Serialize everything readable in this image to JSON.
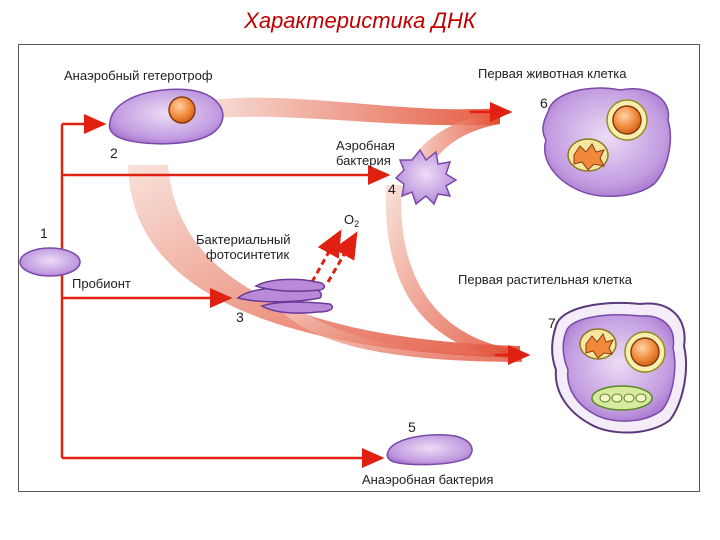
{
  "title": "Характеристика ДНК",
  "labels": {
    "anaerobic_heterotroph": "Анаэробный гетеротроф",
    "first_animal_cell": "Первая животная клетка",
    "aerobic_bacterium_line1": "Аэробная",
    "aerobic_bacterium_line2": "бактерия",
    "bacterial_photosynthetic_line1": "Бактериальный",
    "bacterial_photosynthetic_line2": "фотосинтетик",
    "oxygen": "O",
    "oxygen_sub": "2",
    "probiont": "Пробионт",
    "first_plant_cell": "Первая растительная клетка",
    "anaerobic_bacterium": "Анаэробная бактерия"
  },
  "numbers": {
    "n1": "1",
    "n2": "2",
    "n3": "3",
    "n4": "4",
    "n5": "5",
    "n6": "6",
    "n7": "7"
  },
  "colors": {
    "title": "#c00000",
    "arrow": "#e02010",
    "cell_fill": "#b98ad8",
    "cell_light": "#e6d2f2",
    "nucleus": "#f08a3a",
    "chloroplast": "#8fc84a"
  }
}
